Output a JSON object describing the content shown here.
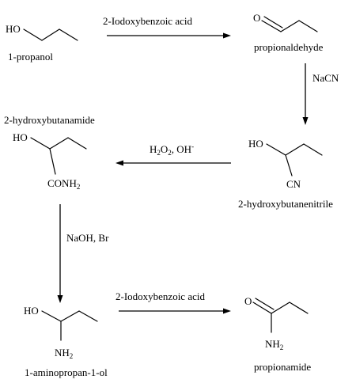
{
  "compounds": {
    "propanol": {
      "name": "1-propanol",
      "atom_oh": "HO"
    },
    "propionaldehyde": {
      "name": "propionaldehyde",
      "atom_o": "O"
    },
    "hydroxybutanenitrile": {
      "name": "2-hydroxybutanenitrile",
      "atom_oh": "HO",
      "atom_cn": "CN"
    },
    "hydroxybutanamide": {
      "name": "2-hydroxybutanamide",
      "atom_oh": "HO",
      "atom_conh": "CONH",
      "sub2": "2"
    },
    "aminopropanol": {
      "name": "1-aminopropan-1-ol",
      "atom_oh": "HO",
      "atom_nh": "NH",
      "sub2": "2"
    },
    "propionamide": {
      "name": "propionamide",
      "atom_o": "O",
      "atom_nh": "NH",
      "sub2": "2"
    }
  },
  "reagents": {
    "step1": "2-Iodoxybenzoic acid",
    "step2": "NaCN",
    "step3": {
      "h2o2_a": "H",
      "sub2a": "2",
      "h2o2_b": "O",
      "sub2b": "2",
      "rest": ", OH",
      "sup": "-"
    },
    "step4": "NaOH, Br",
    "step5": "2-Iodoxybenzoic acid"
  }
}
